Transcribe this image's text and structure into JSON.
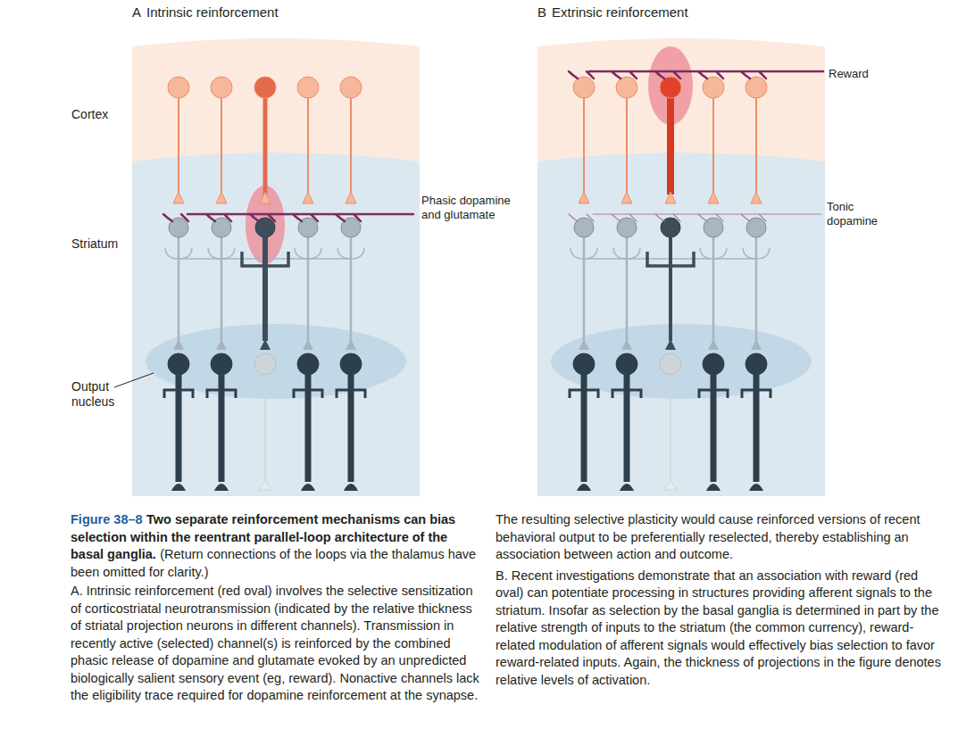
{
  "diagram": {
    "caption": "Two separate reinforcement mechanisms can bias selection within the reentrant parallel-loop architecture of the basal ganglia.",
    "labels": [
      "A",
      "Intrinsic reinforcement",
      "B",
      "Extrinsic reinforcement",
      "Cortex",
      "Striatum",
      "Output nucleus",
      "Phasic dopamine and glutamate",
      "Reward",
      "Tonic dopamine",
      "Figure 38–8",
      "(Return connections of the loops via the thalamus have been omitted for clarity.)",
      "A. Intrinsic reinforcement (red oval) involves the selective sensitization of corticostriatal neurotransmission (indicated by the relative thickness of striatal projection neurons in different channels). Transmission in recently active (selected) channel(s) is reinforced by the combined phasic release of dopamine and glutamate evoked by an unpredicted biologically salient sensory event (eg, reward). Nonactive channels lack the eligibility trace required for dopamine reinforcement at the synapse.",
      "The resulting selective plasticity would cause reinforced versions of recent behavioral output to be preferentially reselected, thereby establishing an association between action and outcome.",
      "B. Recent investigations demonstrate that an association with reward (red oval) can potentiate processing in structures providing afferent signals to the striatum. Insofar as selection by the basal ganglia is determined in part by the relative strength of inputs to the striatum (the common currency), reward-related modulation of afferent signals would effectively bias selection to favor reward-related inputs. Again, the thickness of projections in the figure denotes relative levels of activation."
    ]
  }
}
